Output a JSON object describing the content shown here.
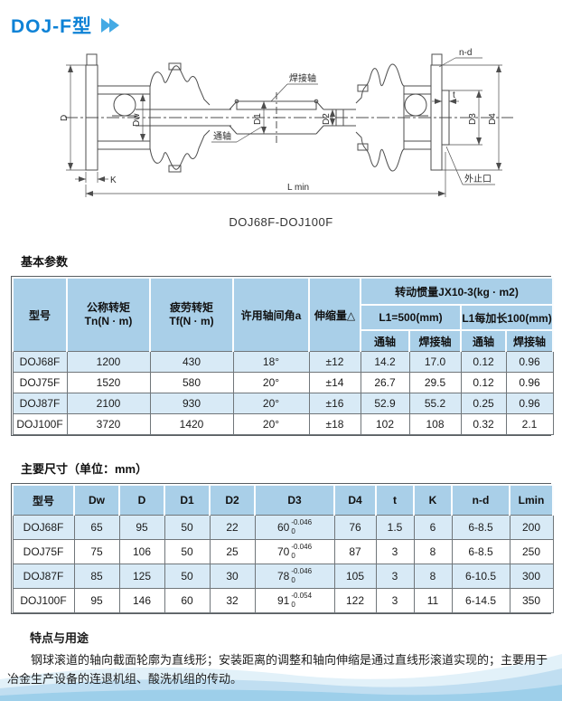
{
  "header": {
    "title": "DOJ-F型"
  },
  "drawing": {
    "caption": "DOJ68F-DOJ100F",
    "labels": {
      "d": "D",
      "dw": "Dw",
      "d1": "D1",
      "d2": "D2",
      "d3": "D3",
      "d4": "D4",
      "k": "K",
      "t": "t",
      "lmin": "L min",
      "nd": "n-d",
      "through_shaft": "通轴",
      "welded_shaft": "焊接轴",
      "outer_spigot": "外止口"
    }
  },
  "basic": {
    "heading": "基本参数",
    "headers": {
      "model": "型号",
      "nominal_torque_1": "公称转矩",
      "nominal_torque_2": "Tn(N · m)",
      "fatigue_torque_1": "疲劳转矩",
      "fatigue_torque_2": "Tf(N · m)",
      "angle": "许用轴间角a",
      "extension": "伸缩量△",
      "inertia": "转动惯量JX10-3(kg · m2)",
      "l500": "L1=500(mm)",
      "l100": "L1每加长100(mm)",
      "through": "通轴",
      "welded": "焊接轴"
    },
    "rows": [
      {
        "model": "DOJ68F",
        "tn": "1200",
        "tf": "430",
        "angle": "18°",
        "ext": "±12",
        "a": "14.2",
        "b": "17.0",
        "c": "0.12",
        "d": "0.96"
      },
      {
        "model": "DOJ75F",
        "tn": "1520",
        "tf": "580",
        "angle": "20°",
        "ext": "±14",
        "a": "26.7",
        "b": "29.5",
        "c": "0.12",
        "d": "0.96"
      },
      {
        "model": "DOJ87F",
        "tn": "2100",
        "tf": "930",
        "angle": "20°",
        "ext": "±16",
        "a": "52.9",
        "b": "55.2",
        "c": "0.25",
        "d": "0.96"
      },
      {
        "model": "DOJ100F",
        "tn": "3720",
        "tf": "1420",
        "angle": "20°",
        "ext": "±18",
        "a": "102",
        "b": "108",
        "c": "0.32",
        "d": "2.1"
      }
    ]
  },
  "dims": {
    "heading": "主要尺寸（单位：mm）",
    "headers": {
      "model": "型号",
      "dw": "Dw",
      "d": "D",
      "d1": "D1",
      "d2": "D2",
      "d3": "D3",
      "d4": "D4",
      "t": "t",
      "k": "K",
      "nd": "n-d",
      "lmin": "Lmin"
    },
    "rows": [
      {
        "model": "DOJ68F",
        "dw": "65",
        "d": "95",
        "d1": "50",
        "d2": "22",
        "d3": "60",
        "d3_sup": "-0.046",
        "d3_sub": "0",
        "d4": "76",
        "t": "1.5",
        "k": "6",
        "nd": "6-8.5",
        "lmin": "200"
      },
      {
        "model": "DOJ75F",
        "dw": "75",
        "d": "106",
        "d1": "50",
        "d2": "25",
        "d3": "70",
        "d3_sup": "-0.046",
        "d3_sub": "0",
        "d4": "87",
        "t": "3",
        "k": "8",
        "nd": "6-8.5",
        "lmin": "250"
      },
      {
        "model": "DOJ87F",
        "dw": "85",
        "d": "125",
        "d1": "50",
        "d2": "30",
        "d3": "78",
        "d3_sup": "-0.046",
        "d3_sub": "0",
        "d4": "105",
        "t": "3",
        "k": "8",
        "nd": "6-10.5",
        "lmin": "300"
      },
      {
        "model": "DOJ100F",
        "dw": "95",
        "d": "146",
        "d1": "60",
        "d2": "32",
        "d3": "91",
        "d3_sup": "-0.054",
        "d3_sub": "0",
        "d4": "122",
        "t": "3",
        "k": "11",
        "nd": "6-14.5",
        "lmin": "350"
      }
    ]
  },
  "features": {
    "heading": "特点与用途",
    "body": "钢球滚道的轴向截面轮廓为直线形；安装距离的调整和轴向伸缩是通过直线形滚道实现的；主要用于冶金生产设备的连退机组、酸洗机组的传动。"
  },
  "colors": {
    "accent_blue": "#0e82d6",
    "chevron_blue": "#45aae4",
    "table_header_bg": "#a9cfe8",
    "table_row_alt_bg": "#d8eaf6",
    "table_border": "#70767a"
  }
}
